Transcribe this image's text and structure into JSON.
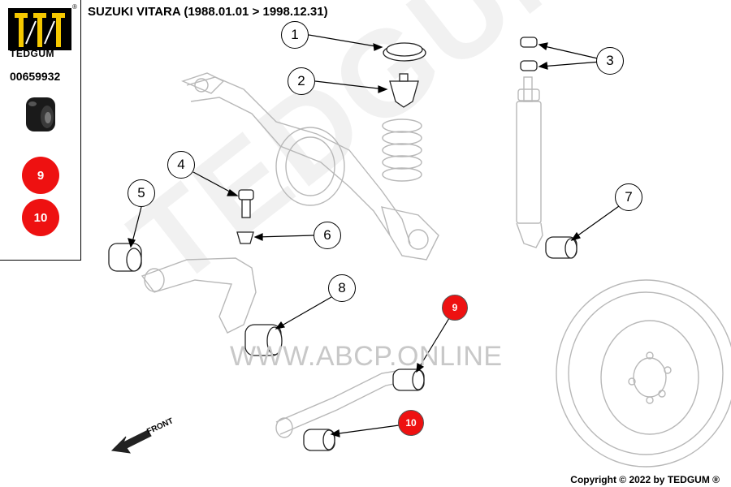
{
  "header": {
    "title": "SUZUKI VITARA (1988.01.01 > 1998.12.31)"
  },
  "sidebar": {
    "brand": "TEDGUM",
    "registered_mark": "®",
    "part_number": "00659932",
    "badges": [
      "9",
      "10"
    ]
  },
  "watermark": {
    "url": "WWW.ABCP.ONLINE",
    "brand": "TEDGUM"
  },
  "callouts": [
    "1",
    "2",
    "3",
    "4",
    "5",
    "6",
    "7",
    "8",
    "9",
    "10"
  ],
  "front_label": "FRONT",
  "footer": {
    "copyright": "Copyright © 2022 by TEDGUM ®"
  },
  "colors": {
    "badge_red": "#ee1111",
    "line_art": "#b8b8b8",
    "part_dark": "#222222"
  }
}
